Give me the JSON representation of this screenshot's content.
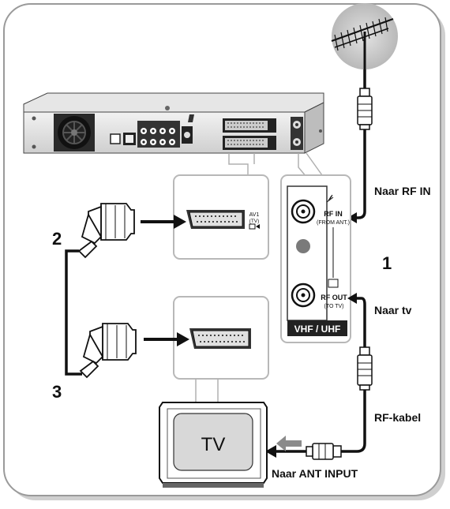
{
  "labels": {
    "rf_in": "Naar RF IN",
    "to_tv": "Naar tv",
    "rf_cable": "RF-kabel",
    "ant_input": "Naar ANT INPUT",
    "step1": "1",
    "step2": "2",
    "step3": "3",
    "tv": "TV"
  },
  "panel": {
    "rf_in_label": "RF IN",
    "rf_in_sub": "(FROM ANT.)",
    "rf_out_label": "RF OUT",
    "rf_out_sub": "(TO TV)",
    "band": "VHF / UHF",
    "av1_label": "AV1",
    "av1_sub": "(TV)"
  },
  "colors": {
    "frame_border": "#9a9a9a",
    "frame_shadow": "#bfbfbf",
    "panel_border": "#b8b8b8",
    "cable": "#111111",
    "arrow_gray": "#8a8a8a"
  },
  "icons": [
    "antenna-icon",
    "dvd-recorder-icon",
    "scart-plug-icon",
    "scart-socket-icon",
    "tv-icon",
    "rf-connector-icon"
  ]
}
